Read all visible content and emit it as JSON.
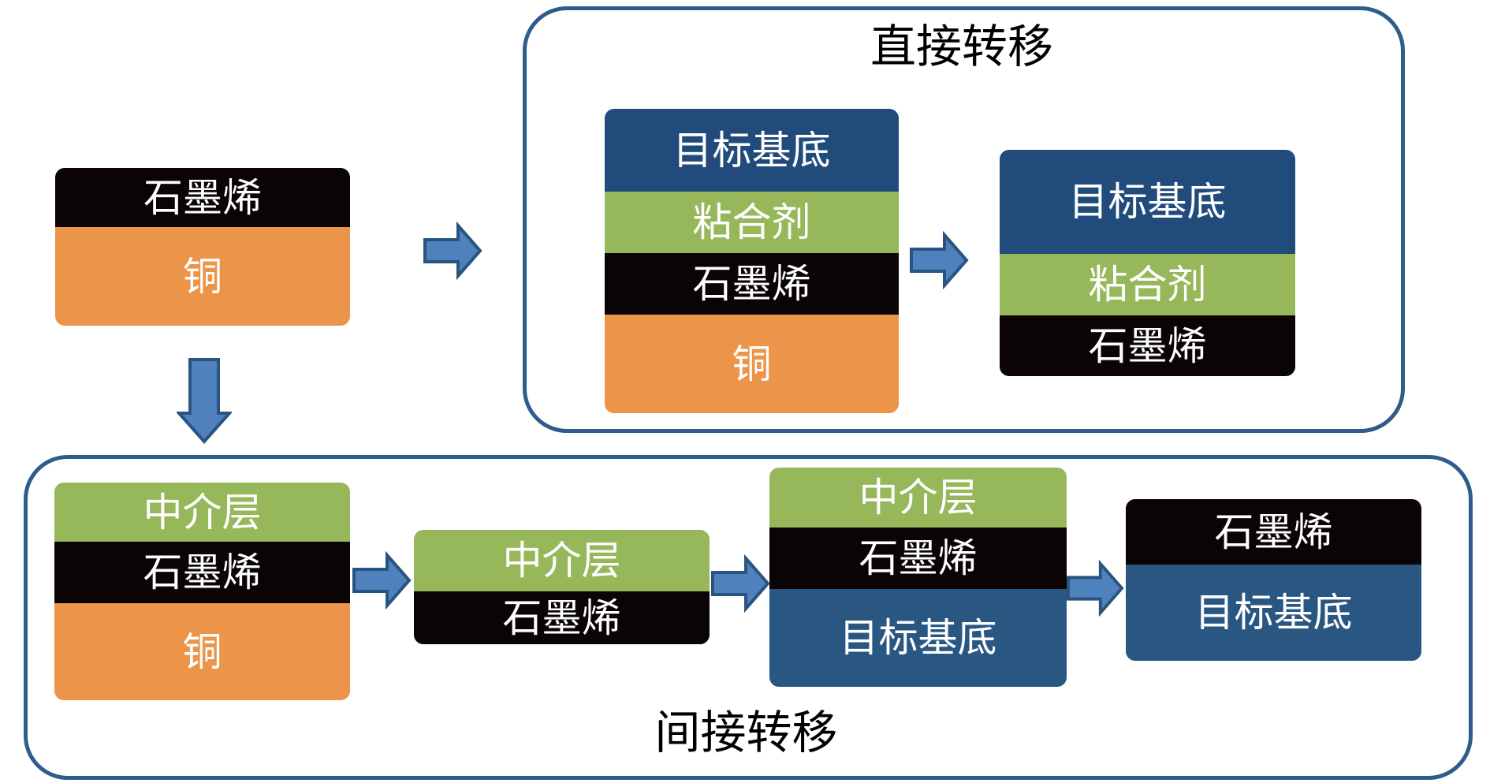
{
  "titles": {
    "direct": "直接转移",
    "indirect": "间接转移"
  },
  "stacks": {
    "start": {
      "layers": [
        {
          "material": "graphene",
          "label": "石墨烯"
        },
        {
          "material": "copper",
          "label": "铜"
        }
      ]
    },
    "direct_before": {
      "layers": [
        {
          "material": "target-substrate",
          "label": "目标基底"
        },
        {
          "material": "adhesive",
          "label": "粘合剂"
        },
        {
          "material": "graphene",
          "label": "石墨烯"
        },
        {
          "material": "copper",
          "label": "铜"
        }
      ]
    },
    "direct_after": {
      "layers": [
        {
          "material": "target-substrate",
          "label": "目标基底"
        },
        {
          "material": "adhesive",
          "label": "粘合剂"
        },
        {
          "material": "graphene",
          "label": "石墨烯"
        }
      ]
    },
    "indirect_1": {
      "layers": [
        {
          "material": "interlayer",
          "label": "中介层"
        },
        {
          "material": "graphene",
          "label": "石墨烯"
        },
        {
          "material": "copper",
          "label": "铜"
        }
      ]
    },
    "indirect_2": {
      "layers": [
        {
          "material": "interlayer",
          "label": "中介层"
        },
        {
          "material": "graphene",
          "label": "石墨烯"
        }
      ]
    },
    "indirect_3": {
      "layers": [
        {
          "material": "interlayer",
          "label": "中介层"
        },
        {
          "material": "graphene",
          "label": "石墨烯"
        },
        {
          "material": "target-substrate",
          "label": "目标基底"
        }
      ]
    },
    "indirect_4": {
      "layers": [
        {
          "material": "graphene",
          "label": "石墨烯"
        },
        {
          "material": "target-substrate",
          "label": "目标基底"
        }
      ]
    }
  },
  "colors": {
    "graphene": "#0A0504",
    "copper": "#EC9449",
    "adhesive": "#97B75B",
    "interlayer": "#97B75B",
    "target_substrate_direct": "#214B7B",
    "target_substrate_indirect": "#2A5682",
    "arrow_fill": "#4F81BD",
    "arrow_stroke": "#2A5480",
    "frame_border": "#2F5C8C",
    "title_text": "#000000",
    "layer_text": "#FFFFFF"
  }
}
